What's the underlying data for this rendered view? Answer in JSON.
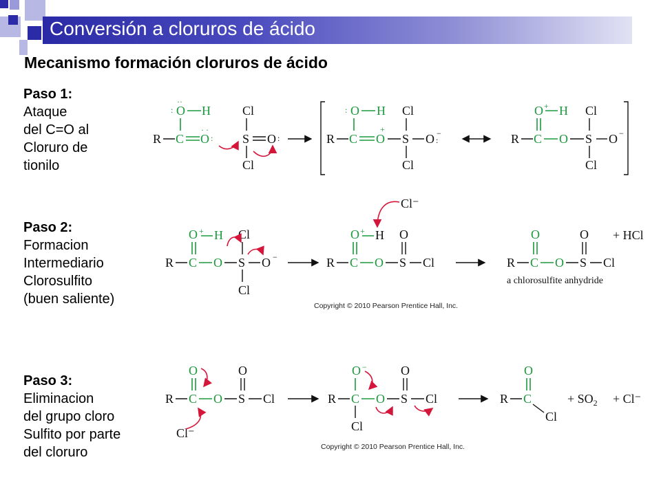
{
  "slide": {
    "title": "Conversión a cloruros de ácido",
    "subtitle": "Mecanismo formación cloruros de ácido"
  },
  "steps": [
    {
      "label": "Paso 1:",
      "lines": [
        "Ataque",
        "del C=O al",
        "Cloruro de",
        "tionilo"
      ]
    },
    {
      "label": "Paso 2:",
      "lines": [
        "Formacion",
        "Intermediario",
        "Clorosulfito",
        "(buen saliente)"
      ]
    },
    {
      "label": "Paso 3:",
      "lines": [
        "Eliminacion",
        "del grupo cloro",
        "Sulfito por parte",
        "del cloruro"
      ]
    }
  ],
  "scheme": {
    "caption_anhydride": "a chlorosulfite anhydride",
    "copyright": "Copyright © 2010 Pearson Prentice Hall, Inc.",
    "byproduct_hcl": "+ HCl",
    "chloride": "Cl⁻",
    "so2_plus": "+ SO",
    "so2_sub": "2",
    "cl_plus": "+ Cl⁻"
  },
  "colors": {
    "title_bar": "#2a2aa6",
    "green": "#1a9a3c",
    "arrow_red": "#d4163a",
    "deco_blue": "#2b2ba8"
  }
}
